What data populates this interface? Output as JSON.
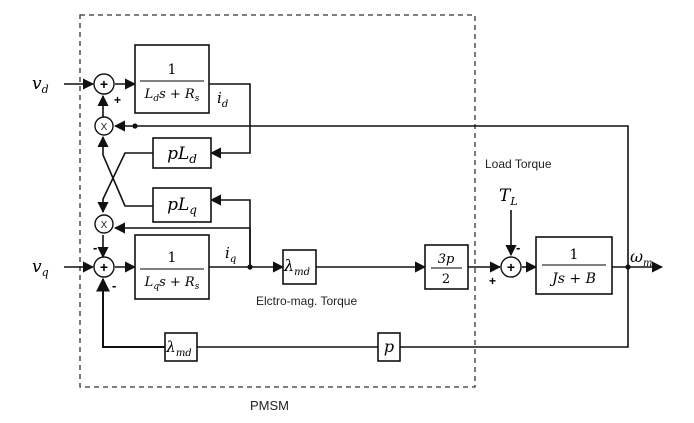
{
  "inputs": {
    "vd": {
      "sym": "v",
      "sub": "d"
    },
    "vq": {
      "sym": "v",
      "sub": "q"
    },
    "tl": {
      "sym": "T",
      "sub": "L"
    }
  },
  "output": {
    "sym": "ω",
    "sub": "m"
  },
  "labels": {
    "load_torque": "Load Torque",
    "em_torque": "Elctro-mag. Torque",
    "pmsm": "PMSM"
  },
  "blocks": {
    "d_axis": {
      "num": "1",
      "den_a": "L",
      "den_a_sub": "d",
      "den_b": "s + R",
      "den_b_sub": "s"
    },
    "q_axis": {
      "num": "1",
      "den_a": "L",
      "den_a_sub": "q",
      "den_b": "s + R",
      "den_b_sub": "s"
    },
    "pLd": {
      "pre": "pL",
      "sub": "d"
    },
    "pLq": {
      "pre": "pL",
      "sub": "q"
    },
    "lambda_main": {
      "sym": "λ",
      "sub": "md"
    },
    "lambda_fb": {
      "sym": "λ",
      "sub": "md"
    },
    "torque_gain": {
      "num": "3p",
      "den": "2"
    },
    "mech": {
      "num": "1",
      "den": "Js + B"
    },
    "p_gain": {
      "sym": "p"
    }
  },
  "signals": {
    "id": {
      "sym": "i",
      "sub": "d"
    },
    "iq": {
      "sym": "i",
      "sub": "q"
    }
  },
  "signs": {
    "sum_d_bottom": "+",
    "sum_q_top": "-",
    "sum_q_bottom": "-",
    "sum_t_left": "+",
    "sum_t_top": "-"
  },
  "multipliers": {
    "m1": "X",
    "m2": "X"
  },
  "sum_symbol": "+"
}
